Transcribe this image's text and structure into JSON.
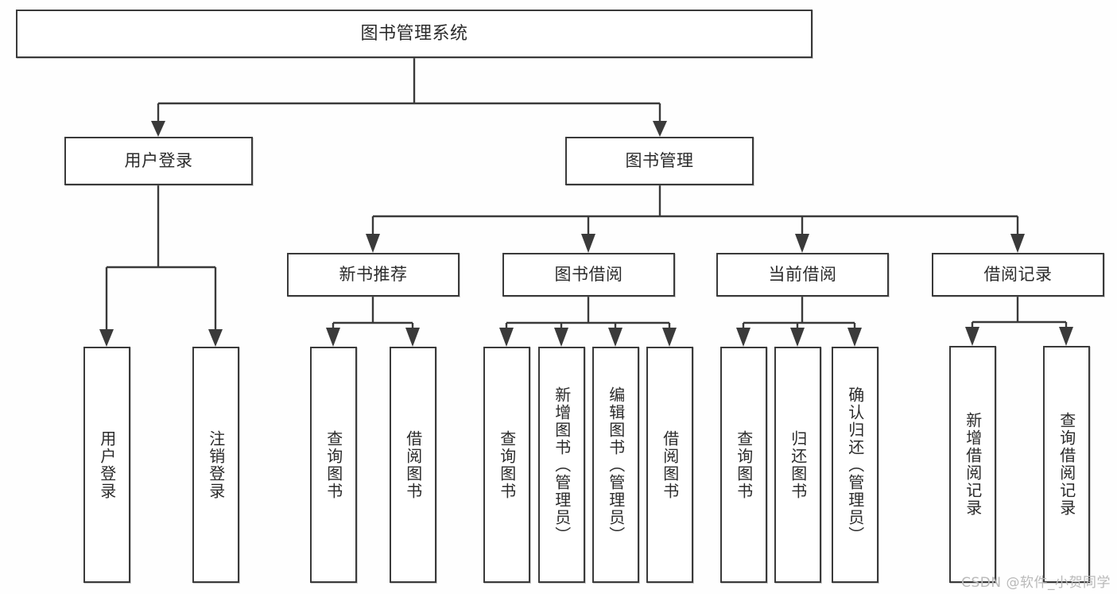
{
  "diagram": {
    "title": "图书管理系统",
    "type": "hierarchy-tree",
    "root": {
      "id": "root",
      "label": "图书管理系统"
    },
    "level1": [
      {
        "id": "user-login",
        "label": "用户登录"
      },
      {
        "id": "book-manage",
        "label": "图书管理"
      }
    ],
    "level2": [
      {
        "id": "new-book-rec",
        "label": "新书推荐",
        "parent": "book-manage"
      },
      {
        "id": "book-borrow",
        "label": "图书借阅",
        "parent": "book-manage"
      },
      {
        "id": "current-borrow",
        "label": "当前借阅",
        "parent": "book-manage"
      },
      {
        "id": "borrow-record",
        "label": "借阅记录",
        "parent": "book-manage"
      }
    ],
    "leaves": [
      {
        "id": "leaf-user-login",
        "label": "用户登录",
        "parent": "user-login"
      },
      {
        "id": "leaf-logout",
        "label": "注销登录",
        "parent": "user-login"
      },
      {
        "id": "leaf-query-book-1",
        "label": "查询图书",
        "parent": "new-book-rec"
      },
      {
        "id": "leaf-borrow-book-1",
        "label": "借阅图书",
        "parent": "new-book-rec"
      },
      {
        "id": "leaf-query-book-2",
        "label": "查询图书",
        "parent": "book-borrow"
      },
      {
        "id": "leaf-add-book",
        "label": "新增图书（管理员）",
        "parent": "book-borrow"
      },
      {
        "id": "leaf-edit-book",
        "label": "编辑图书（管理员）",
        "parent": "book-borrow"
      },
      {
        "id": "leaf-borrow-book-2",
        "label": "借阅图书",
        "parent": "book-borrow"
      },
      {
        "id": "leaf-query-book-3",
        "label": "查询图书",
        "parent": "current-borrow"
      },
      {
        "id": "leaf-return-book",
        "label": "归还图书",
        "parent": "current-borrow"
      },
      {
        "id": "leaf-confirm-return",
        "label": "确认归还（管理员）",
        "parent": "current-borrow"
      },
      {
        "id": "leaf-add-record",
        "label": "新增借阅记录",
        "parent": "borrow-record"
      },
      {
        "id": "leaf-query-record",
        "label": "查询借阅记录",
        "parent": "borrow-record"
      }
    ],
    "colors": {
      "stroke": "#3a3a3a",
      "text": "#2b2b2b",
      "background": "#fefefe",
      "watermark": "#b9b9b9"
    }
  },
  "watermark": "CSDN @软件_小贺同学"
}
